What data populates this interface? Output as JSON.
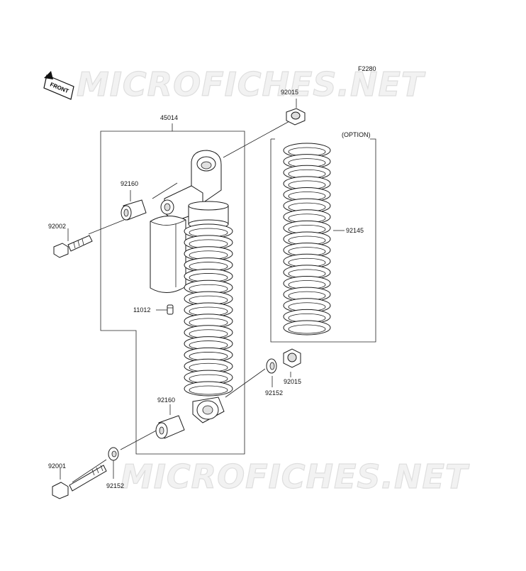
{
  "diagram": {
    "code": "F2280",
    "front_label": "FRONT",
    "option_label": "(OPTION)",
    "watermark": "MICROFICHES.NET",
    "colors": {
      "line": "#222222",
      "watermark_fill": "#f2f2f2",
      "watermark_stroke": "#dedede",
      "shade": "#e8e8e8"
    },
    "parts": {
      "shock_assy": "45014",
      "upper_nut": "92015",
      "lower_nut": "92015",
      "upper_collar": "92160",
      "lower_collar": "92160",
      "upper_bolt": "92002",
      "lower_bolt": "92001",
      "valve_cap": "11012",
      "option_spring": "92145",
      "washer_right": "92152",
      "washer_left": "92152"
    }
  }
}
